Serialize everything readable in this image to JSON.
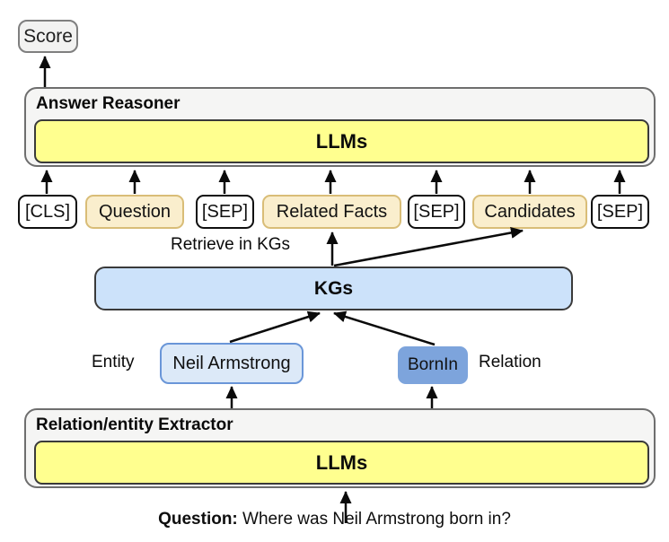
{
  "diagram": {
    "score_label": "Score",
    "answer_reasoner": {
      "title": "Answer Reasoner",
      "llm_label": "LLMs"
    },
    "tokens": [
      {
        "label": "[CLS]",
        "type": "special"
      },
      {
        "label": "Question",
        "type": "content"
      },
      {
        "label": "[SEP]",
        "type": "special"
      },
      {
        "label": "Related Facts",
        "type": "content"
      },
      {
        "label": "[SEP]",
        "type": "special"
      },
      {
        "label": "Candidates",
        "type": "content"
      },
      {
        "label": "[SEP]",
        "type": "special"
      }
    ],
    "retrieve_label": "Retrieve in KGs",
    "kg_label": "KGs",
    "entity": {
      "side_label": "Entity",
      "value": "Neil Armstrong"
    },
    "relation": {
      "side_label": "Relation",
      "value": "BornIn"
    },
    "extractor": {
      "title": "Relation/entity Extractor",
      "llm_label": "LLMs"
    },
    "question": {
      "prefix": "Question:",
      "text": "Where was Neil Armstrong born in?"
    }
  },
  "colors": {
    "llm_yellow": "#ffff8f",
    "kg_blue": "#cce2fa",
    "entity_blue_light": "#dce9f8",
    "relation_blue": "#7da4dc",
    "token_tan": "#faeecd",
    "token_tan_border": "#d9bd77",
    "container_gray": "#f5f5f4",
    "arrow_black": "#0a0a0a"
  }
}
